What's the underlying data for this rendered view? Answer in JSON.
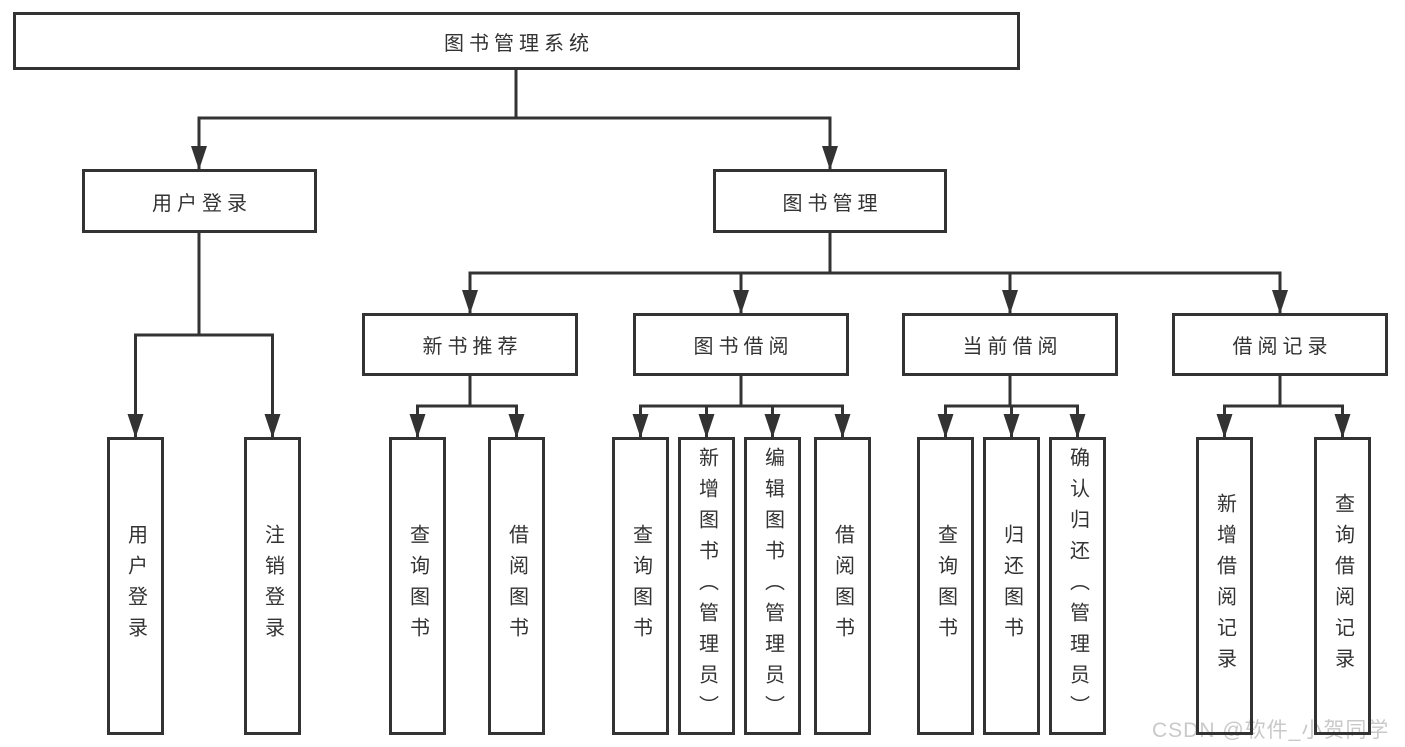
{
  "diagram": {
    "root": {
      "label": "图书管理系统"
    },
    "branches": [
      {
        "label": "用户登录",
        "children": [
          {
            "label": "用户登录"
          },
          {
            "label": "注销登录"
          }
        ]
      },
      {
        "label": "图书管理",
        "children": [
          {
            "label": "新书推荐",
            "children": [
              {
                "label": "查询图书"
              },
              {
                "label": "借阅图书"
              }
            ]
          },
          {
            "label": "图书借阅",
            "children": [
              {
                "label": "查询图书"
              },
              {
                "label": "新增图书（管理员）"
              },
              {
                "label": "编辑图书（管理员）"
              },
              {
                "label": "借阅图书"
              }
            ]
          },
          {
            "label": "当前借阅",
            "children": [
              {
                "label": "查询图书"
              },
              {
                "label": "归还图书"
              },
              {
                "label": "确认归还（管理员）"
              }
            ]
          },
          {
            "label": "借阅记录",
            "children": [
              {
                "label": "新增借阅记录"
              },
              {
                "label": "查询借阅记录"
              }
            ]
          }
        ]
      }
    ]
  },
  "watermark": "CSDN @软件_小贺同学",
  "colors": {
    "line": "#333333",
    "text": "#333333",
    "box_background": "#ffffff",
    "page_background": "#ffffff",
    "watermark": "#c9c9c9"
  }
}
